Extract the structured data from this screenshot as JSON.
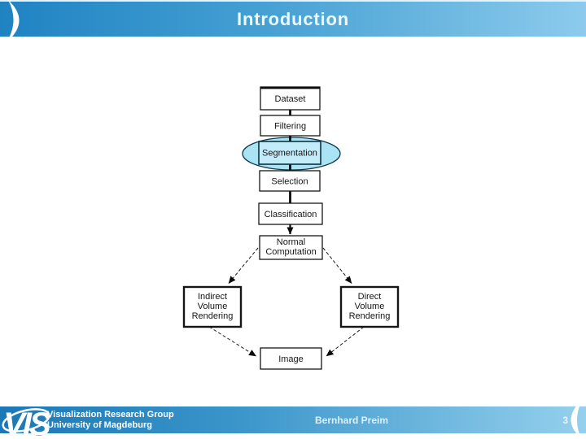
{
  "header": {
    "title": "Introduction"
  },
  "diagram": {
    "nodes": {
      "dataset": {
        "label": "Dataset"
      },
      "filtering": {
        "label": "Filtering"
      },
      "segmentation": {
        "label": "Segmentation"
      },
      "selection": {
        "label": "Selection"
      },
      "classification": {
        "label": "Classification"
      },
      "normal_computation": {
        "lines": [
          "Normal",
          "Computation"
        ]
      },
      "indirect_volume_rendering": {
        "lines": [
          "Indirect",
          "Volume",
          "Rendering"
        ]
      },
      "direct_volume_rendering": {
        "lines": [
          "Direct",
          "Volume",
          "Rendering"
        ]
      },
      "image": {
        "label": "Image"
      }
    },
    "highlight": {
      "shape": "ellipse",
      "target": "segmentation",
      "fill": "#a9e3f4"
    }
  },
  "footer": {
    "logo_text": "VIS",
    "org_line1": "Visualization Research Group",
    "org_line2": "University of Magdeburg",
    "author": "Bernhard Preim",
    "page_number": "3"
  },
  "colors": {
    "header_gradient_left": "#1f83c2",
    "header_gradient_right": "#8ccbec",
    "footer_gradient_left": "#1c78b6",
    "footer_gradient_right": "#95d0ed",
    "highlight_fill": "#a9e3f4",
    "logo_blue": "#155e9e",
    "title_text": "#ecf9ff"
  }
}
